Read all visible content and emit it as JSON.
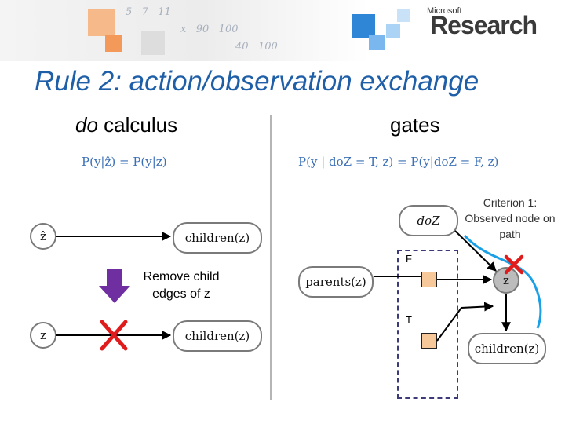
{
  "slide_title": "Rule 2: action/observation exchange",
  "left_heading_italic": "do",
  "left_heading_rest": " calculus",
  "right_heading": "gates",
  "left_formula": "P(y|ẑ) = P(y|z)",
  "right_formula": "P(y | doZ = T, z) = P(y|doZ = F, z)",
  "brand_small": "Microsoft",
  "brand_big": "Research",
  "left_diagram": {
    "top_node_label": "ẑ",
    "top_children_label": "children(z)",
    "bottom_node_label": "z",
    "bottom_children_label": "children(z)",
    "operation_note": "Remove child edges of z"
  },
  "right_diagram": {
    "doz_label": "doZ",
    "parents_label": "parents(z)",
    "z_label": "z",
    "children_label": "children(z)",
    "gate_false_label": "F",
    "gate_true_label": "T",
    "criterion_note": "Criterion 1: Observed node on path"
  },
  "colors": {
    "title_blue": "#1f5fa8",
    "formula_blue": "#3b6fb6",
    "arrow_purple": "#6f2fa0",
    "cross_red": "#e01b1b",
    "path_blue": "#1aa0e6",
    "gate_orange": "#f7c99a",
    "gate_box_navy": "#3c3a78"
  }
}
